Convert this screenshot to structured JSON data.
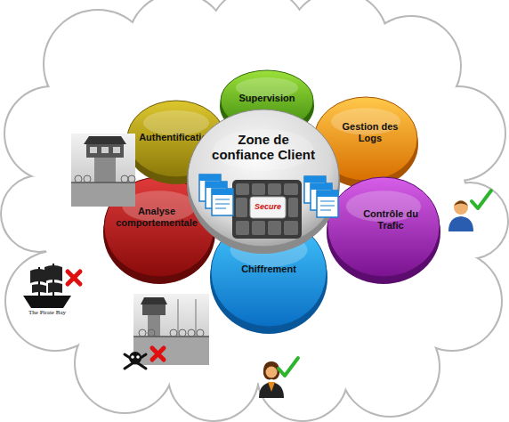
{
  "diagram": {
    "nodes": [
      {
        "text": [
          "Zone de confiance Client"
        ]
      },
      {
        "text": [
          "Supervision"
        ]
      },
      {
        "text": [
          "Gestion des Logs"
        ]
      },
      {
        "text": [
          "Contrôle du Trafic"
        ]
      },
      {
        "text": [
          "Chiffrement"
        ]
      },
      {
        "text": [
          "Analyse comportementale"
        ]
      },
      {
        "text": [
          "Authentification"
        ]
      }
    ],
    "labels": [
      "Secure",
      "The Pirate Bay"
    ]
  }
}
